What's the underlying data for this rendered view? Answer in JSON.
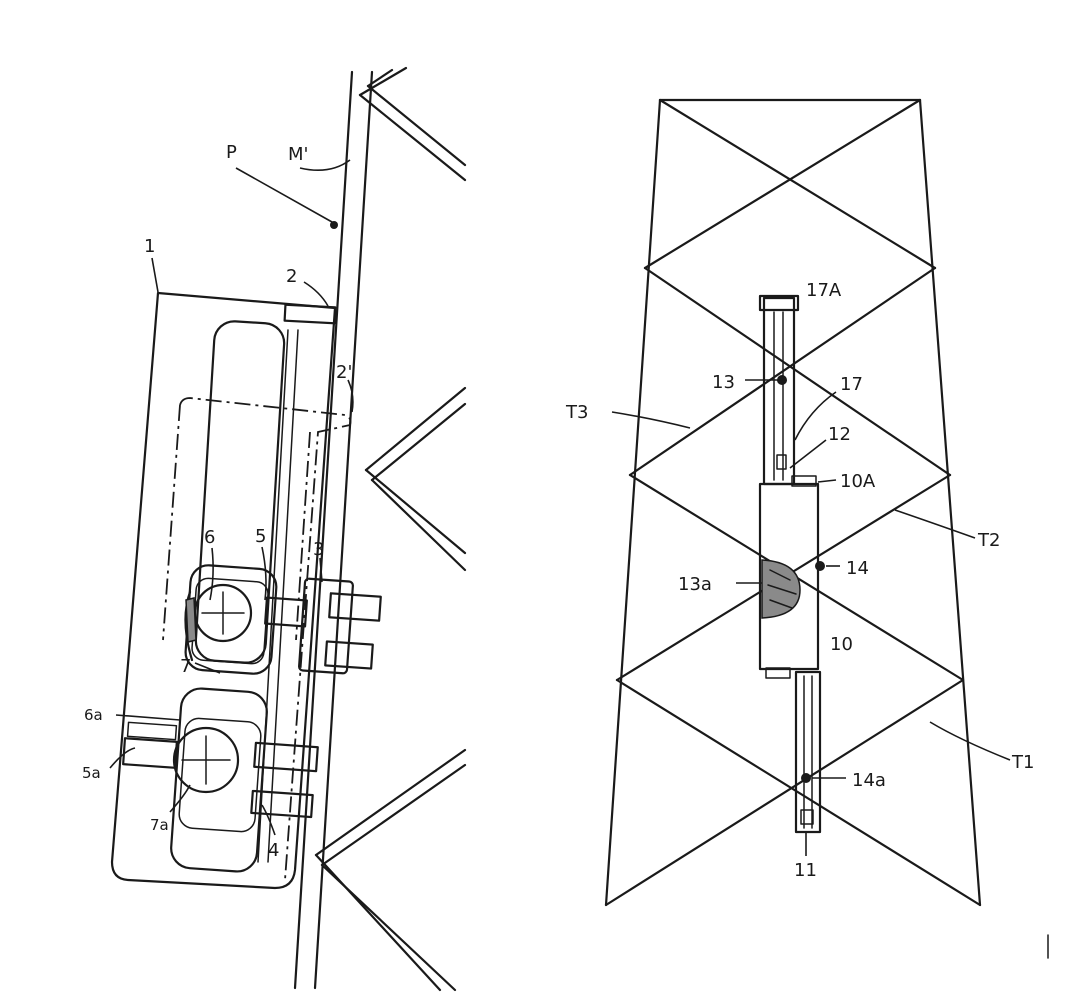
{
  "figure_left": {
    "labels": {
      "p": "P",
      "m_prime": "M'",
      "l1": "1",
      "l2": "2",
      "l2_prime": "2'",
      "l3": "3",
      "l4": "4",
      "l5": "5",
      "l5a": "5a",
      "l6": "6",
      "l6a": "6a",
      "l7": "7",
      "l7a": "7a"
    }
  },
  "figure_right": {
    "labels": {
      "l17a": "17A",
      "l13": "13",
      "l17": "17",
      "l12": "12",
      "l10a": "10A",
      "t3": "T3",
      "t2": "T2",
      "l13a": "13a",
      "l14": "14",
      "l10": "10",
      "t1": "T1",
      "l14a": "14a",
      "l11": "11"
    }
  }
}
